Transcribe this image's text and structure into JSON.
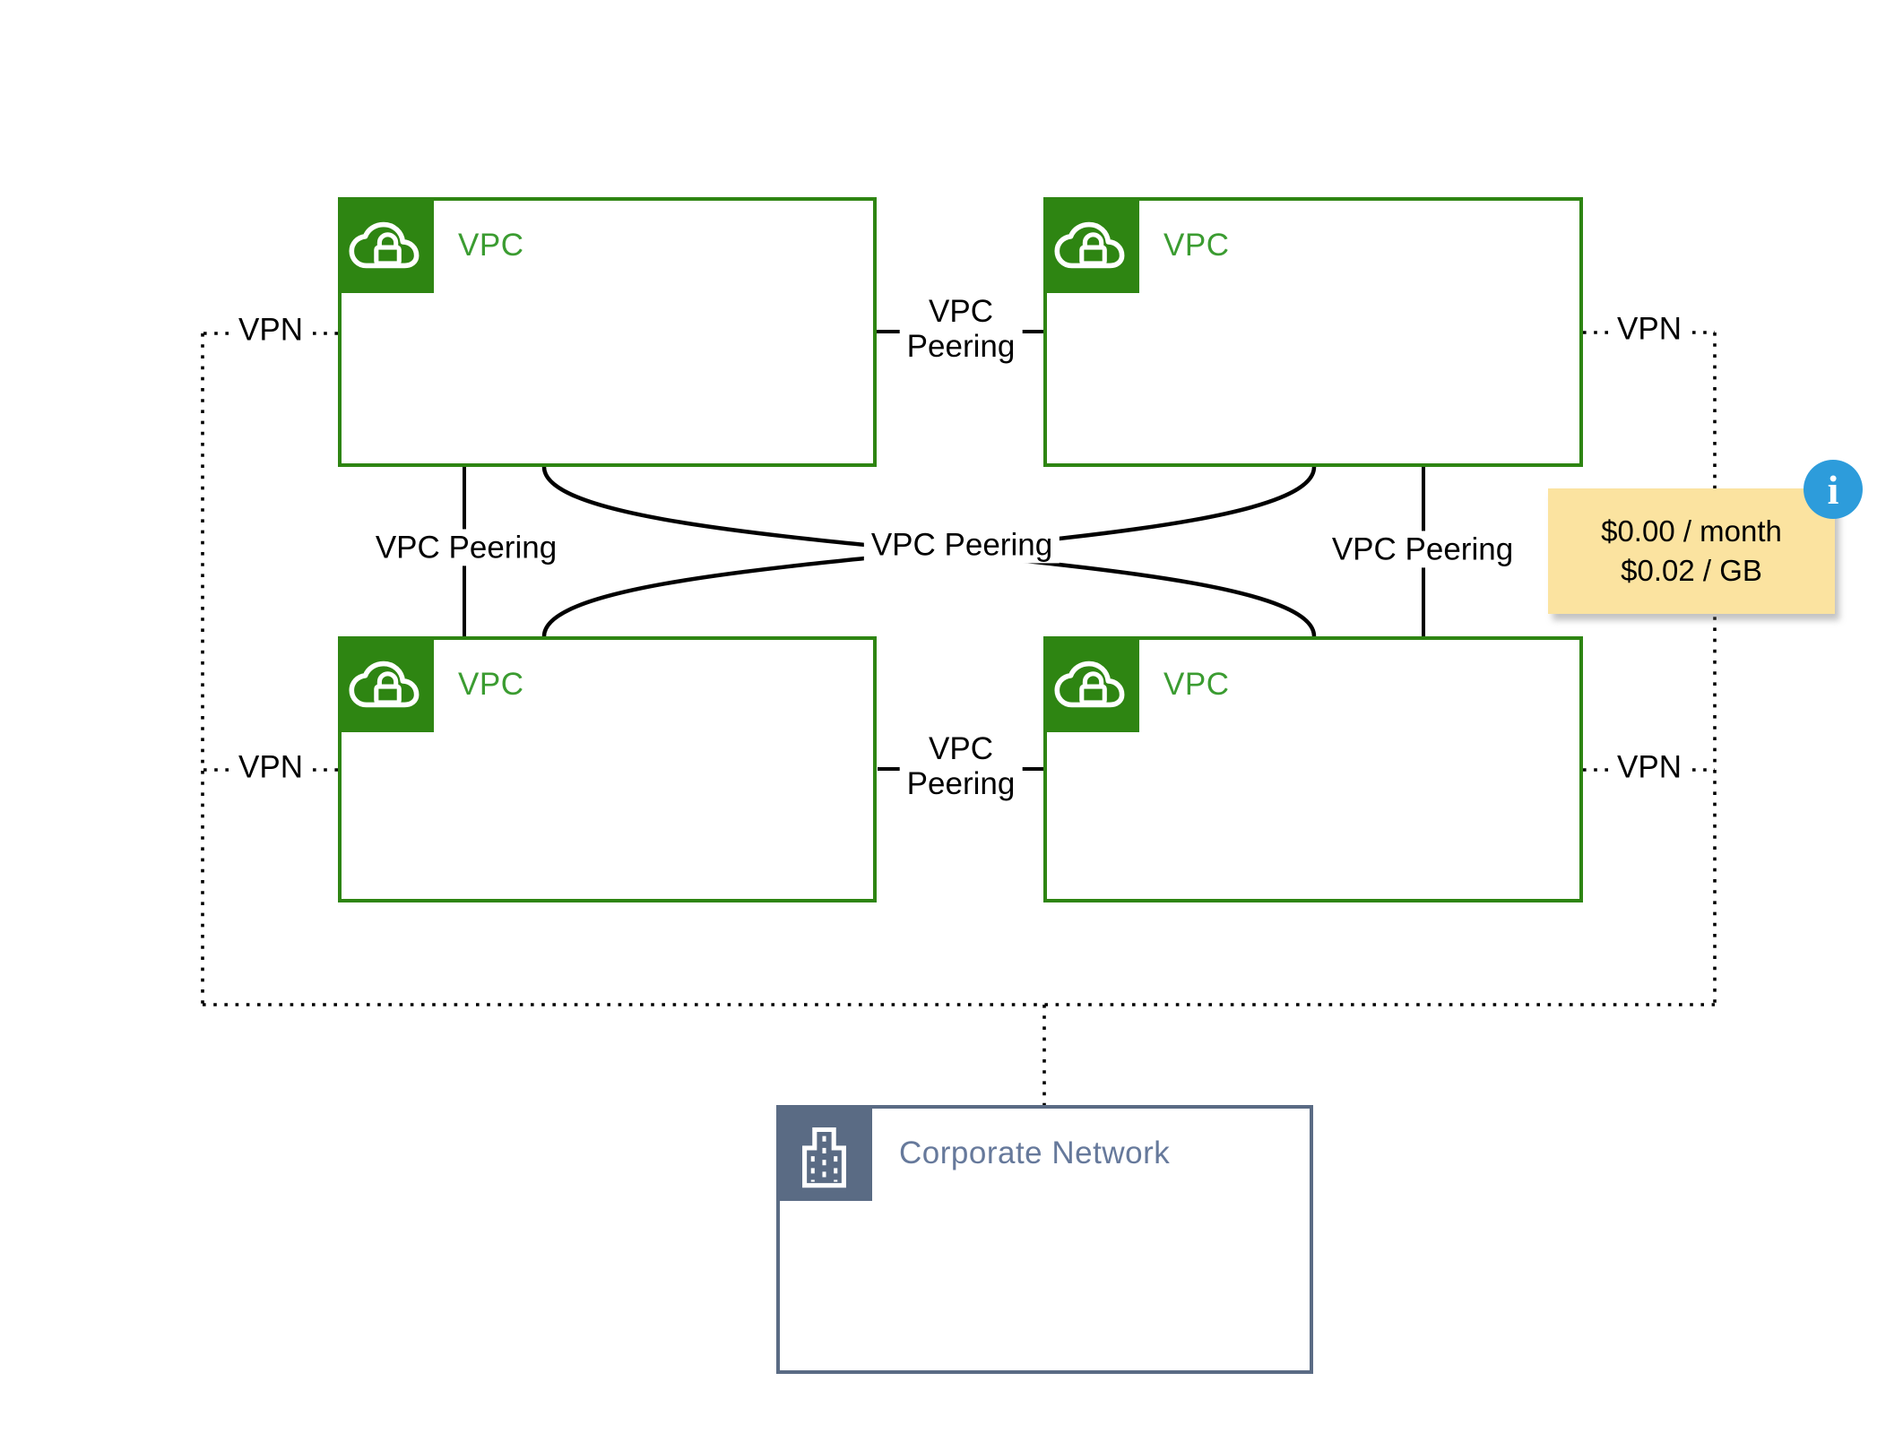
{
  "nodes": {
    "vpc_top_left": {
      "label": "VPC"
    },
    "vpc_top_right": {
      "label": "VPC"
    },
    "vpc_bottom_left": {
      "label": "VPC"
    },
    "vpc_bottom_right": {
      "label": "VPC"
    },
    "corporate": {
      "label": "Corporate Network"
    }
  },
  "edges": {
    "vpn": "VPN",
    "vpc_peering": "VPC Peering",
    "vpc_peering_wrapped": "VPC\nPeering"
  },
  "note": {
    "line1": "$0.00 / month",
    "line2": "$0.02 / GB",
    "info_glyph": "i"
  },
  "colors": {
    "vpc_green": "#2E8512",
    "vpc_text": "#3B9C31",
    "corporate_slate": "#5A6B84",
    "corporate_text": "#66799B",
    "note_yellow": "#FBE3A0",
    "info_blue": "#2D9CDB",
    "line": "#000000"
  }
}
